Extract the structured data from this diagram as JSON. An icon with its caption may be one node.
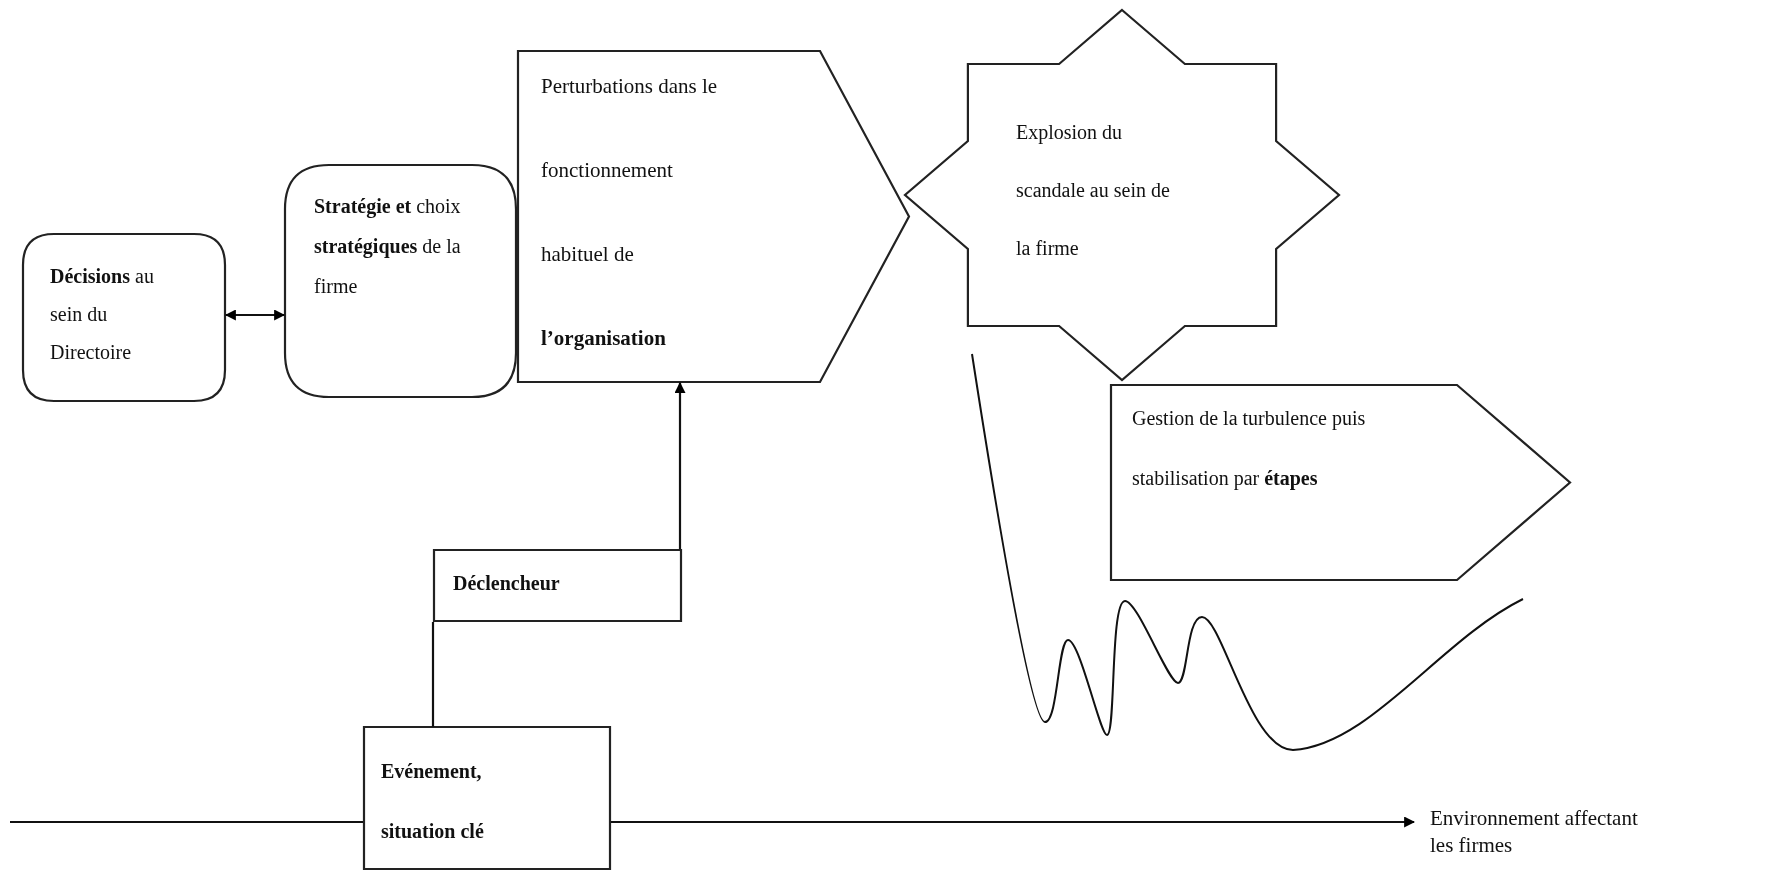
{
  "diagram": {
    "nodes": [
      {
        "text": [
          "**Décisions** au sein du Directoire"
        ]
      },
      {
        "text": [
          "**Stratégie et** choix **stratégiques** de la firme"
        ]
      },
      {
        "text": [
          "Perturbations dans le fonctionnement habituel de **l’organisation**"
        ]
      },
      {
        "text": [
          "Explosion du scandale au sein de la firme"
        ]
      },
      {
        "text": [
          "Gestion de la turbulence puis stabilisation par **étapes**"
        ]
      },
      {
        "text": [
          "Déclencheur"
        ]
      },
      {
        "text": [
          "Evénement, situation clé"
        ]
      },
      {
        "text": [
          "Environnement affectant les firmes"
        ]
      }
    ],
    "edges": [
      {
        "from": 0,
        "to": 1,
        "arrow": "both"
      },
      {
        "from": 5,
        "to": 2,
        "arrow": "to"
      },
      {
        "from": 6,
        "to": 5,
        "arrow": "none"
      },
      {
        "from": null,
        "to": 6,
        "arrow": "none"
      },
      {
        "from": 6,
        "to": 7,
        "arrow": "to"
      }
    ]
  }
}
